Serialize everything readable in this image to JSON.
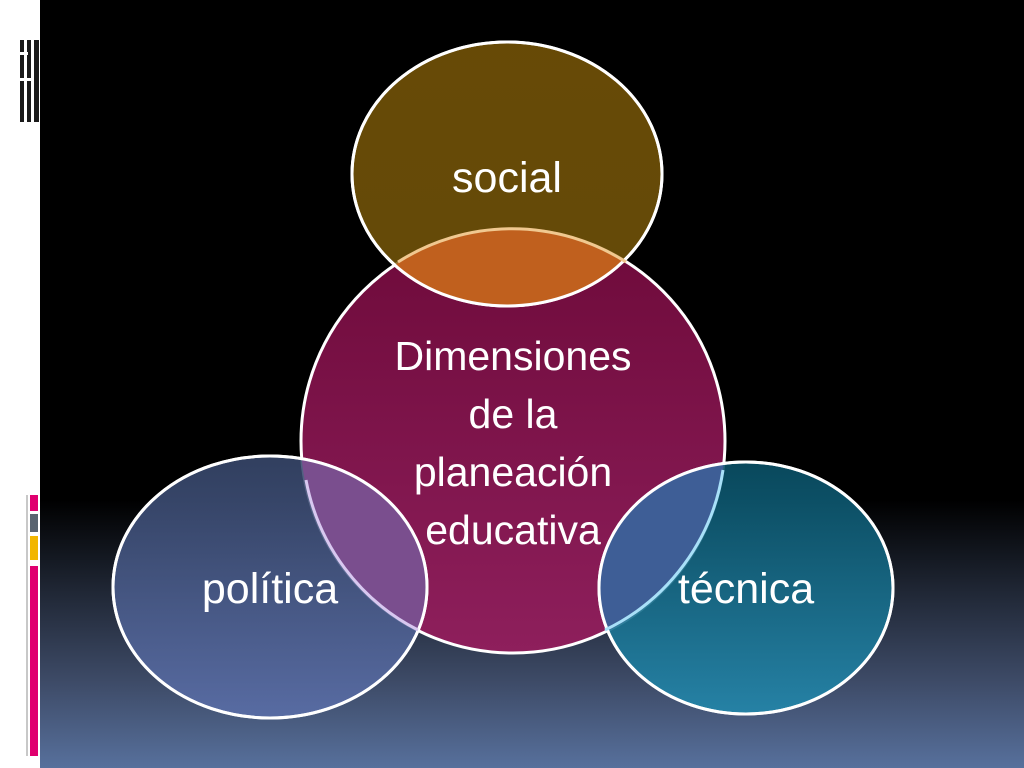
{
  "diagram": {
    "center": {
      "lines": [
        "Dimensiones",
        "de la",
        "planeación",
        "educativa"
      ],
      "color": "#7a0d40"
    },
    "nodes": {
      "social": {
        "label": "social",
        "color": "#7e5a08"
      },
      "politica": {
        "label": "política",
        "color": "#3e5078"
      },
      "tecnica": {
        "label": "técnica",
        "color": "#0f5e78"
      }
    }
  },
  "colors": {
    "background": "#000000",
    "background_bottom": "#57709c",
    "outline": "#ffffff",
    "accent_gold": "#f2b600",
    "accent_pink": "#e0006f",
    "accent_gray": "#5a6470"
  }
}
